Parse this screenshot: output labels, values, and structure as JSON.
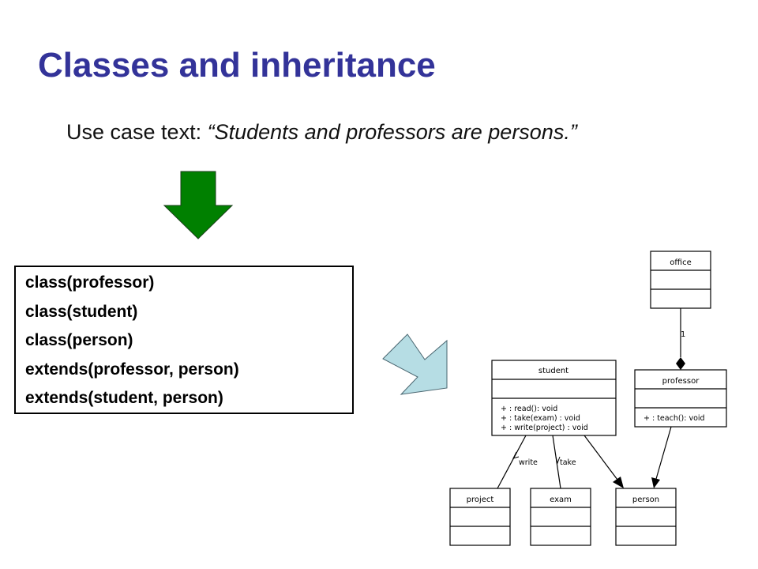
{
  "title": "Classes and inheritance",
  "use_case": {
    "label": "Use case text:",
    "quote": "“Students and professors are persons.”"
  },
  "facts": [
    "class(professor)",
    "class(student)",
    "class(person)",
    "extends(professor, person)",
    "extends(student, person)"
  ],
  "colors": {
    "title": "#333399",
    "down_arrow": "#008000",
    "diag_arrow": "#b6dde4"
  },
  "icons": {
    "down_arrow": "down-arrow-icon",
    "diag_arrow": "diagonal-arrow-icon"
  },
  "uml": {
    "office": {
      "name": "office"
    },
    "student": {
      "name": "student",
      "operations": [
        "+ : read(): void",
        "+ : take(exam) : void",
        "+ : write(project) : void"
      ]
    },
    "professor": {
      "name": "professor",
      "operations": [
        "+ : teach(): void"
      ]
    },
    "project": {
      "name": "project"
    },
    "exam": {
      "name": "exam"
    },
    "person": {
      "name": "person"
    },
    "assoc_multiplicity": "1",
    "write_label": "write",
    "take_label": "take"
  }
}
